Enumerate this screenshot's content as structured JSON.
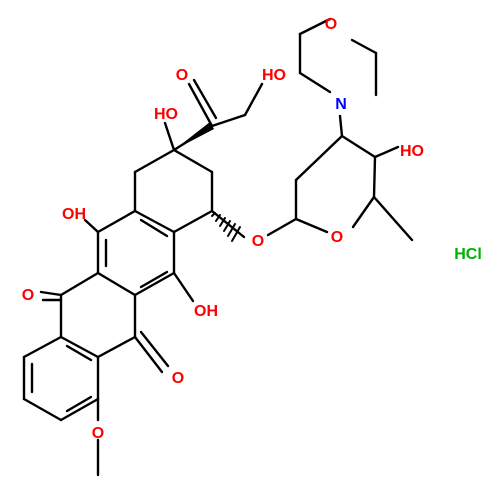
{
  "colors": {
    "bond": "#000000",
    "oxygen": "#ff0000",
    "nitrogen": "#0000ff",
    "salt": "#00b000",
    "background": "#ffffff"
  },
  "labels": {
    "morpholine_o": "O",
    "morpholine_n": "N",
    "sugar_oh": "HO",
    "ketone_o": "O",
    "side_oh": "HO",
    "c9_oh": "HO",
    "glycoside_o": "O",
    "ring_o": "O",
    "c6_oh": "OH",
    "c11_oh": "OH",
    "quinone_o1": "O",
    "quinone_o2": "O",
    "methoxy_o": "O",
    "salt": "HCl"
  }
}
